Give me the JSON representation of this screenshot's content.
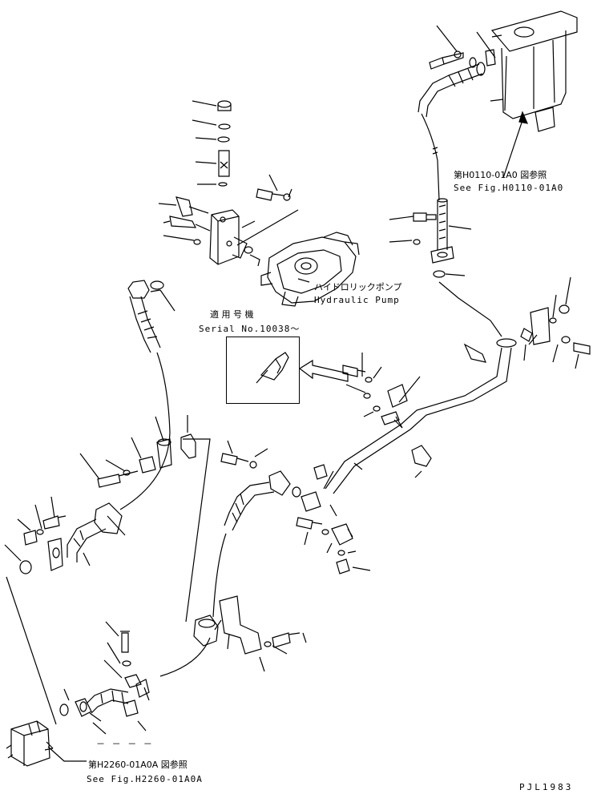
{
  "references": {
    "top_right": {
      "jp": "第H0110-01A0 図参照",
      "en": "See Fig.H0110-01A0"
    },
    "bottom": {
      "jp": "第H2260-01A0A 図参照",
      "en": "See Fig.H2260-01A0A"
    }
  },
  "pump_label": {
    "jp": "ハイドロリックポンプ",
    "en": "Hydraulic Pump"
  },
  "serial": {
    "jp": "適 用 号 機",
    "en": "Serial No.10038～"
  },
  "drawing_id": "PJL1983",
  "dashes": "－ －    －  －"
}
